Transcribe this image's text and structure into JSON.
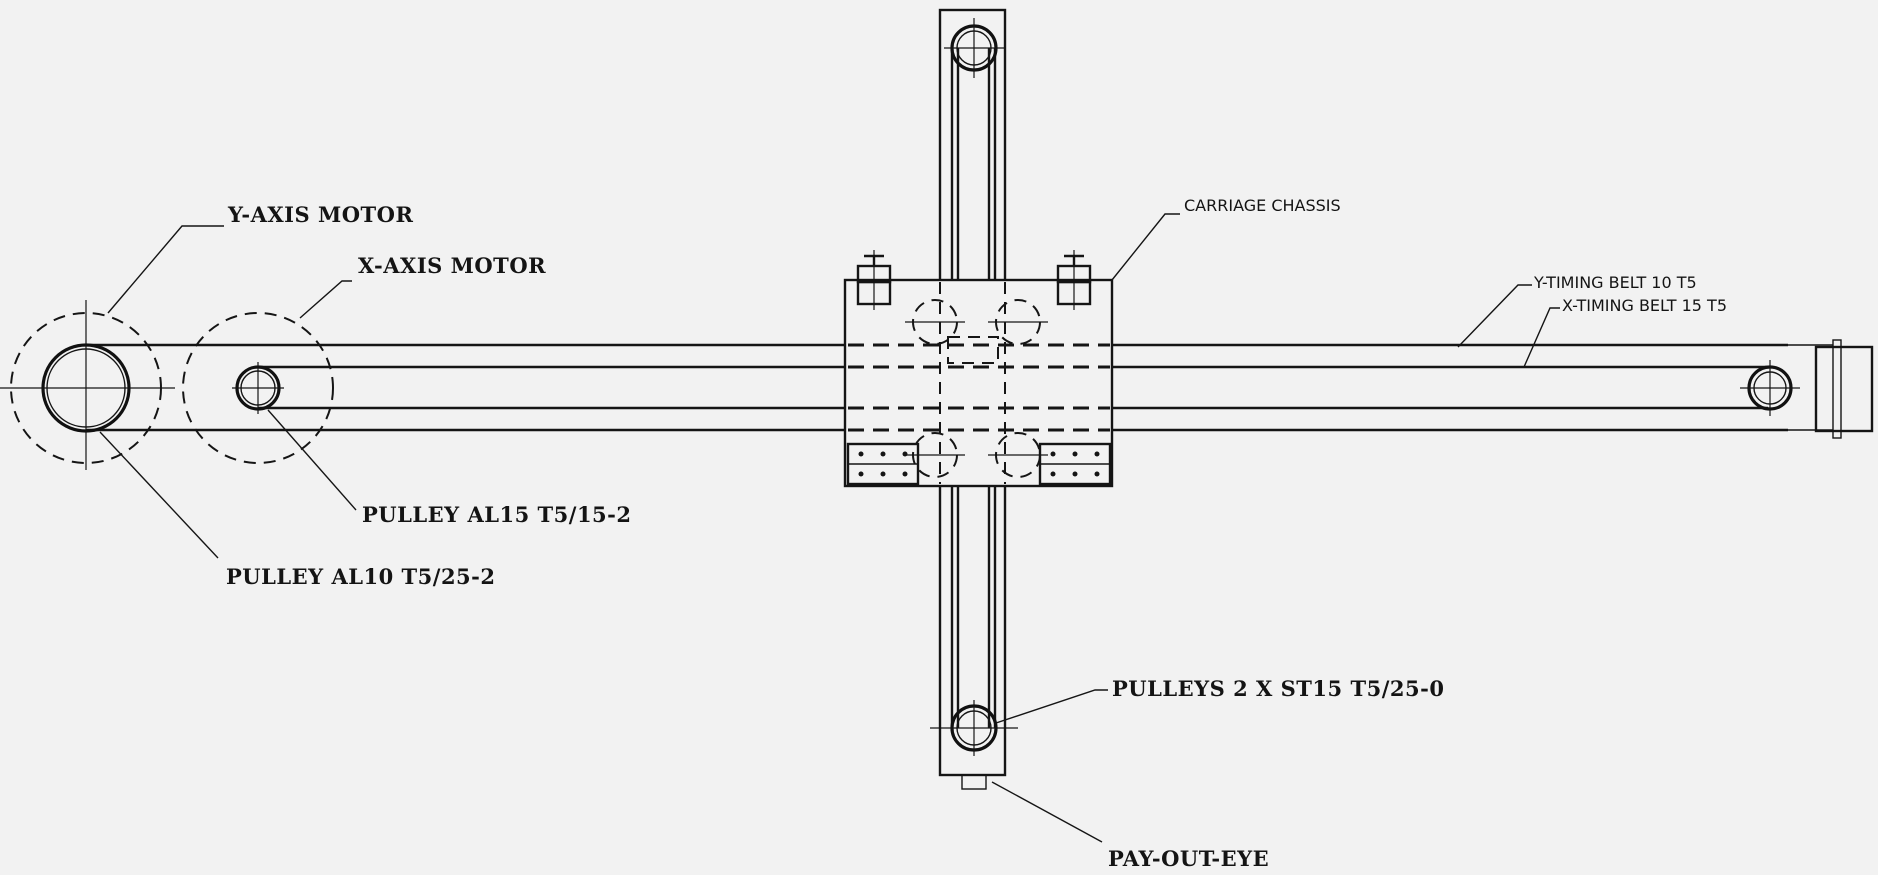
{
  "labels": {
    "y_axis_motor": "Y-AXIS MOTOR",
    "x_axis_motor": "X-AXIS MOTOR",
    "carriage_chassis": "CARRIAGE CHASSIS",
    "y_timing_belt": "Y-TIMING BELT 10 T5",
    "x_timing_belt": "X-TIMING BELT 15 T5",
    "pulley_al15": "PULLEY AL15 T5/15-2",
    "pulley_al10": "PULLEY AL10 T5/25-2",
    "pulleys_st15": "PULLEYS 2 X ST15 T5/25-0",
    "pay_out_eye": "PAY-OUT-EYE"
  },
  "colors": {
    "background": "#f2f2f2",
    "ink": "#151515"
  }
}
